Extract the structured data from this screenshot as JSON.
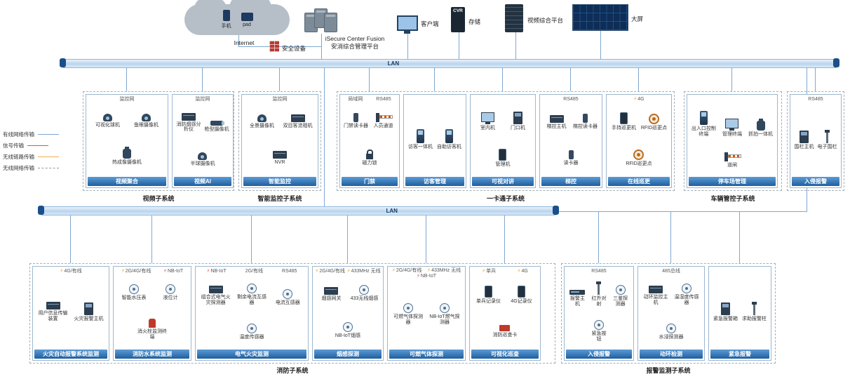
{
  "legend": {
    "items": [
      {
        "label": "有线网络传输"
      },
      {
        "label": "信号传输"
      },
      {
        "label": "无线链路传输"
      },
      {
        "label": "无线网络传输"
      }
    ]
  },
  "top": {
    "cloud": {
      "caption": "Internet",
      "devices": [
        {
          "icon": "phone-top",
          "label": "手机"
        },
        {
          "icon": "pad",
          "label": "pad"
        }
      ]
    },
    "nodes": [
      {
        "icon": "firewall",
        "label": "安全设备"
      },
      {
        "icon": "servers",
        "label": "iSecure Center Fusion",
        "label2": "安消综合管理平台"
      },
      {
        "icon": "monitor-lg",
        "label": "客户端"
      },
      {
        "icon": "storage",
        "label": "存储",
        "badge": "CVR"
      },
      {
        "icon": "rack",
        "label": "视频综合平台"
      },
      {
        "icon": "wall",
        "label": "大屏"
      }
    ]
  },
  "buses": [
    {
      "label": "LAN"
    },
    {
      "label": "LAN"
    }
  ],
  "rows": [
    {
      "groups": [
        {
          "label": "视频子系统",
          "boxes": [
            {
              "title": "视频聚合",
              "notes": [
                "监控网"
              ],
              "devices": [
                {
                  "icon": "dome",
                  "label": "可视化球机"
                },
                {
                  "icon": "dome",
                  "label": "鱼眼摄像机"
                },
                {
                  "icon": "ptz",
                  "label": "热成像摄像机"
                }
              ]
            },
            {
              "title": "视频AI",
              "notes": [
                "监控网"
              ],
              "devices": [
                {
                  "icon": "box",
                  "label": "消防烟感分析仪"
                },
                {
                  "icon": "bullet",
                  "label": "枪型摄像机"
                },
                {
                  "icon": "dome",
                  "label": "半球摄像机"
                }
              ]
            }
          ]
        },
        {
          "label": "智能监控子系统",
          "boxes": [
            {
              "title": "智能监控",
              "notes": [
                "监控网"
              ],
              "devices": [
                {
                  "icon": "dome",
                  "label": "全景摄像机"
                },
                {
                  "icon": "box",
                  "label": "双目客流相机"
                },
                {
                  "icon": "box",
                  "label": "NVR"
                }
              ]
            }
          ]
        },
        {
          "label": "一卡通子系统",
          "boxes": [
            {
              "title": "门禁",
              "notes": [
                "局域网",
                "RS485"
              ],
              "devices": [
                {
                  "icon": "reader",
                  "label": "门禁读卡器"
                },
                {
                  "icon": "gate",
                  "label": "人员通道"
                },
                {
                  "icon": "lock",
                  "label": "磁力锁"
                }
              ]
            },
            {
              "title": "访客管理",
              "notes": [],
              "devices": [
                {
                  "icon": "kiosk",
                  "label": "访客一体机"
                },
                {
                  "icon": "kiosk",
                  "label": "自助访客机"
                }
              ]
            },
            {
              "title": "可视对讲",
              "notes": [],
              "devices": [
                {
                  "icon": "monitor",
                  "label": "室内机"
                },
                {
                  "icon": "panel",
                  "label": "门口机"
                },
                {
                  "icon": "phone",
                  "label": "管理机"
                }
              ]
            },
            {
              "title": "梯控",
              "notes": [
                "RS485"
              ],
              "devices": [
                {
                  "icon": "box",
                  "label": "梯控主机"
                },
                {
                  "icon": "reader",
                  "label": "梯控读卡器"
                },
                {
                  "icon": "reader",
                  "label": "读卡器"
                }
              ]
            },
            {
              "title": "在线巡更",
              "notes": [
                "4G"
              ],
              "devices": [
                {
                  "icon": "phone",
                  "label": "手持巡更机"
                },
                {
                  "icon": "rfid",
                  "label": "RFID巡更点"
                },
                {
                  "icon": "rfid",
                  "label": "RFID巡更点"
                }
              ]
            }
          ]
        },
        {
          "label": "车辆管控子系统",
          "boxes": [
            {
              "title": "停车场管理",
              "notes": [],
              "devices": [
                {
                  "icon": "kiosk",
                  "label": "出入口控制终端"
                },
                {
                  "icon": "monitor",
                  "label": "管理终端"
                },
                {
                  "icon": "ptz",
                  "label": "抓拍一体机"
                },
                {
                  "icon": "gate",
                  "label": "道闸"
                }
              ]
            }
          ]
        },
        {
          "label": "",
          "boxes": [
            {
              "title": "入侵报警",
              "notes": [
                "RS485"
              ],
              "devices": [
                {
                  "icon": "panel",
                  "label": "围栏主机"
                },
                {
                  "icon": "pole",
                  "label": "电子围栏"
                }
              ]
            }
          ]
        }
      ]
    },
    {
      "groups": [
        {
          "label": "消防子系统",
          "boxes": [
            {
              "title": "火灾自动报警系统监测",
              "notes": [
                "4G/有线"
              ],
              "devices": [
                {
                  "icon": "box",
                  "label": "用户信息传输装置"
                },
                {
                  "icon": "panel",
                  "label": "火灾报警主机"
                }
              ]
            },
            {
              "title": "消防水系统监测",
              "notes": [
                "2G/4G/有线",
                "NB-IoT"
              ],
              "devices": [
                {
                  "icon": "sensor",
                  "label": "智能水压表"
                },
                {
                  "icon": "sensor",
                  "label": "液位计"
                },
                {
                  "icon": "hydrant",
                  "label": "消火栓监测终端"
                }
              ]
            },
            {
              "title": "电气火灾监测",
              "notes": [
                "NB-IoT",
                "2G/有线",
                "RS485"
              ],
              "devices": [
                {
                  "icon": "box",
                  "label": "组合式电气火灾探测器"
                },
                {
                  "icon": "sensor",
                  "label": "剩余电流互感器"
                },
                {
                  "icon": "sensor",
                  "label": "电流互感器"
                },
                {
                  "icon": "sensor",
                  "label": "温度传感器"
                }
              ]
            },
            {
              "title": "烟感探测",
              "notes": [
                "2G/4G/有线",
                "433MHz 无线"
              ],
              "devices": [
                {
                  "icon": "box",
                  "label": "烟感网关"
                },
                {
                  "icon": "sensor",
                  "label": "433无线烟感"
                },
                {
                  "icon": "sensor",
                  "label": "NB-IoT烟感"
                }
              ]
            },
            {
              "title": "可燃气体探测",
              "notes": [
                "2G/4G/有线",
                "433MHz 无线",
                "NB-IoT"
              ],
              "devices": [
                {
                  "icon": "sensor",
                  "label": "可燃气体探测器"
                },
                {
                  "icon": "sensor",
                  "label": "NB-IoT燃气探测器"
                }
              ]
            },
            {
              "title": "可视化巡查",
              "notes": [
                "单兵",
                "4G"
              ],
              "devices": [
                {
                  "icon": "phone",
                  "label": "单兵记录仪"
                },
                {
                  "icon": "phone",
                  "label": "4G记录仪"
                },
                {
                  "icon": "card",
                  "label": "消防巡查卡"
                }
              ]
            }
          ]
        },
        {
          "label": "报警监测子系统",
          "boxes": [
            {
              "title": "入侵报警",
              "notes": [
                "RS485"
              ],
              "devices": [
                {
                  "icon": "switch",
                  "label": "报警主机"
                },
                {
                  "icon": "pole",
                  "label": "红外对射"
                },
                {
                  "icon": "sensor",
                  "label": "三鉴探测器"
                },
                {
                  "icon": "sensor",
                  "label": "紧急按钮"
                }
              ]
            },
            {
              "title": "动环检测",
              "notes": [
                "485总线"
              ],
              "devices": [
                {
                  "icon": "box",
                  "label": "动环监控主机"
                },
                {
                  "icon": "sensor",
                  "label": "温湿度传感器"
                },
                {
                  "icon": "sensor",
                  "label": "水浸探测器"
                }
              ]
            },
            {
              "title": "紧急报警",
              "notes": [],
              "devices": [
                {
                  "icon": "panel",
                  "label": "紧急报警箱"
                },
                {
                  "icon": "pole",
                  "label": "求助报警柱"
                }
              ]
            }
          ]
        }
      ]
    }
  ]
}
